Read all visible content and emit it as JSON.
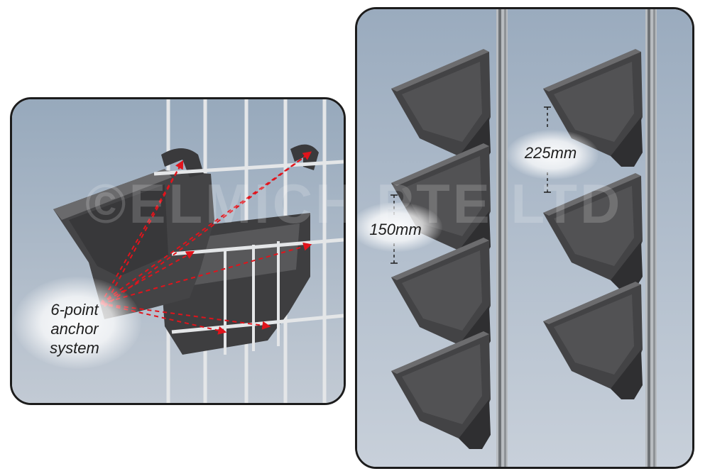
{
  "watermark": "©ELMICH PTE LTD",
  "left_panel": {
    "anchor_label_line1": "6-point",
    "anchor_label_line2": "anchor",
    "anchor_label_line3": "system"
  },
  "right_panel": {
    "spacing_small": "150mm",
    "spacing_large": "225mm"
  },
  "colors": {
    "background_top": "#9fb0c2",
    "background_bottom": "#c4ccd6",
    "basket": "#4a4a4c",
    "wire": "#d8dadc",
    "anchor_arrows": "#e0141c",
    "border": "#1c1c1c"
  }
}
